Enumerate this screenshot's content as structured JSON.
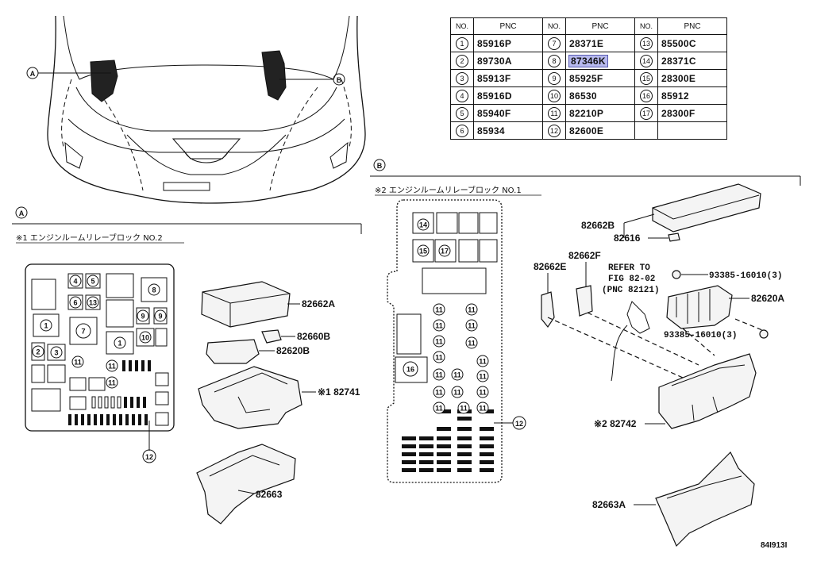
{
  "table": {
    "headers": [
      "NO.",
      "PNC",
      "NO.",
      "PNC",
      "NO.",
      "PNC"
    ],
    "rows": [
      [
        {
          "no": "1",
          "pnc": "85916P"
        },
        {
          "no": "7",
          "pnc": "28371E"
        },
        {
          "no": "13",
          "pnc": "85500C"
        }
      ],
      [
        {
          "no": "2",
          "pnc": "89730A"
        },
        {
          "no": "8",
          "pnc": "87346K"
        },
        {
          "no": "14",
          "pnc": "28371C"
        }
      ],
      [
        {
          "no": "3",
          "pnc": "85913F"
        },
        {
          "no": "9",
          "pnc": "85925F"
        },
        {
          "no": "15",
          "pnc": "28300E"
        }
      ],
      [
        {
          "no": "4",
          "pnc": "85916D"
        },
        {
          "no": "10",
          "pnc": "86530"
        },
        {
          "no": "16",
          "pnc": "85912"
        }
      ],
      [
        {
          "no": "5",
          "pnc": "85940F"
        },
        {
          "no": "11",
          "pnc": "82210P"
        },
        {
          "no": "17",
          "pnc": "28300F"
        }
      ],
      [
        {
          "no": "6",
          "pnc": "85934"
        },
        {
          "no": "12",
          "pnc": "82600E"
        },
        {
          "no": "",
          "pnc": ""
        }
      ]
    ],
    "highlighted": "87346K"
  },
  "callouts": {
    "a": "A",
    "b": "B"
  },
  "sections": {
    "a_title": "※1 エンジンルームリレーブロック NO.2",
    "b_title": "※2 エンジンルームリレーブロック NO.1"
  },
  "labels_a": {
    "cover": "82662A",
    "p82660b": "82660B",
    "p82620b": "82620B",
    "p82741": "※1 82741",
    "p82663": "82663",
    "n12": "12"
  },
  "labels_b": {
    "p82662b": "82662B",
    "p82616": "82616",
    "p82662e": "82662E",
    "p82662f": "82662F",
    "refer1": "REFER TO",
    "refer2": "FIG 82-02",
    "refer3": "(PNC 82121)",
    "bolt1": "93385-16010(3)",
    "bolt2": "93385-16010(3)",
    "p82620a": "82620A",
    "p82742": "※2 82742",
    "p82663a": "82663A",
    "n12": "12"
  },
  "box_a_nums": [
    "4",
    "5",
    "6",
    "13",
    "8",
    "7",
    "1",
    "9",
    "9",
    "10",
    "1",
    "2",
    "3",
    "11",
    "11",
    "11"
  ],
  "box_b_nums": [
    "14",
    "15",
    "17",
    "16",
    "11",
    "11",
    "11",
    "11",
    "11",
    "11",
    "11",
    "11",
    "11",
    "11",
    "11",
    "11",
    "11",
    "11",
    "11",
    "11",
    "11"
  ],
  "diagram_id": "84I913I"
}
